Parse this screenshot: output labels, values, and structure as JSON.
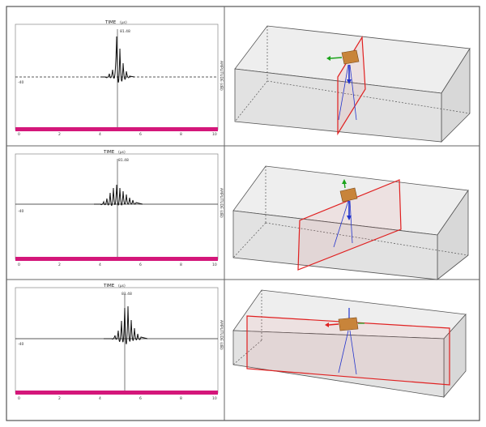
{
  "panels": [
    {
      "waveform": {
        "time_label": "TIME",
        "time_unit": "(µs)",
        "peak_label": "81.48",
        "amplitude_label": "AMPLITUDE (dB)",
        "baseline_label": "-40",
        "scale_labels": [
          "0",
          "2",
          "4",
          "6",
          "8",
          "10"
        ]
      },
      "plane_color": "#e02020"
    },
    {
      "waveform": {
        "time_label": "TIME",
        "time_unit": "(µs)",
        "peak_label": "81.48",
        "amplitude_label": "AMPLITUDE (dB)",
        "baseline_label": "-40",
        "scale_labels": [
          "0",
          "2",
          "4",
          "6",
          "8",
          "10"
        ]
      },
      "plane_color": "#e02020"
    },
    {
      "waveform": {
        "time_label": "TIME",
        "time_unit": "(µs)",
        "peak_label": "81.48",
        "amplitude_label": "AMPLITUDE (dB)",
        "baseline_label": "-40",
        "scale_labels": [
          "0",
          "2",
          "4",
          "6",
          "8",
          "10"
        ]
      },
      "plane_color": "#e02020"
    }
  ],
  "colors": {
    "scale_bar": "#d4177a",
    "plane": "#e02020",
    "transducer": "#c8843a",
    "beam": "#2233cc",
    "arrow": "#1aa31a",
    "block_fill": "#e6e6e6"
  }
}
